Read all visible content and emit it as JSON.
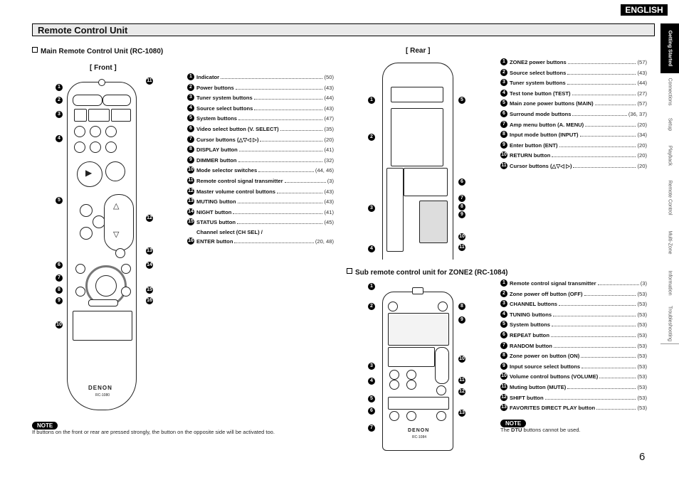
{
  "header": {
    "language": "ENGLISH",
    "section_title": "Remote Control Unit",
    "page_number": "6"
  },
  "sidebar": {
    "tabs": [
      {
        "label": "Getting Started",
        "active": true
      },
      {
        "label": "Connections",
        "active": false
      },
      {
        "label": "Setup",
        "active": false
      },
      {
        "label": "Playback",
        "active": false
      },
      {
        "label": "Remote Control",
        "active": false
      },
      {
        "label": "Multi-Zone",
        "active": false
      },
      {
        "label": "Information",
        "active": false
      },
      {
        "label": "Troubleshooting",
        "active": false
      }
    ]
  },
  "main_remote": {
    "heading": "Main Remote Control Unit (RC-1080)",
    "front_label": "[ Front ]",
    "rear_label": "[ Rear ]",
    "brand": "DENON",
    "model": "RC-1080",
    "front_items": [
      {
        "num": "1",
        "label": "Indicator",
        "page": "(50)"
      },
      {
        "num": "2",
        "label": "Power buttons",
        "page": "(43)"
      },
      {
        "num": "3",
        "label": "Tuner system buttons",
        "page": "(44)"
      },
      {
        "num": "4",
        "label": "Source select buttons",
        "page": "(43)"
      },
      {
        "num": "5",
        "label": "System buttons",
        "page": "(47)"
      },
      {
        "num": "6",
        "label": "Video select button (V. SELECT)",
        "page": "(35)"
      },
      {
        "num": "7",
        "label": "Cursor buttons (△▽◁ ▷)",
        "page": "(20)"
      },
      {
        "num": "8",
        "label": "DISPLAY button",
        "page": "(41)"
      },
      {
        "num": "9",
        "label": "DIMMER button",
        "page": "(32)"
      },
      {
        "num": "10",
        "label": "Mode selector switches",
        "page": "(44, 46)"
      },
      {
        "num": "11",
        "label": "Remote control signal transmitter",
        "page": "(3)"
      },
      {
        "num": "12",
        "label": "Master volume control buttons",
        "page": "(43)"
      },
      {
        "num": "13",
        "label": "MUTING button",
        "page": "(43)"
      },
      {
        "num": "14",
        "label": "NIGHT button",
        "page": "(41)"
      },
      {
        "num": "15",
        "label": "STATUS button",
        "page": "(45)"
      },
      {
        "num": "16",
        "label": "Channel select (CH SEL) /",
        "label2": "ENTER button",
        "page": "(20, 48)"
      }
    ],
    "rear_items": [
      {
        "num": "1",
        "label": "ZONE2 power buttons",
        "page": "(57)"
      },
      {
        "num": "2",
        "label": "Source select buttons",
        "page": "(43)"
      },
      {
        "num": "3",
        "label": "Tuner system buttons",
        "page": "(44)"
      },
      {
        "num": "4",
        "label": "Test tone button (TEST)",
        "page": "(27)"
      },
      {
        "num": "5",
        "label": "Main zone power buttons (MAIN)",
        "page": "(57)"
      },
      {
        "num": "6",
        "label": "Surround mode buttons",
        "page": "(36, 37)"
      },
      {
        "num": "7",
        "label": "Amp menu button (A. MENU)",
        "page": "(20)"
      },
      {
        "num": "8",
        "label": "Input mode button (INPUT)",
        "page": "(34)"
      },
      {
        "num": "9",
        "label": "Enter button (ENT)",
        "page": "(20)"
      },
      {
        "num": "10",
        "label": "RETURN button",
        "page": "(20)"
      },
      {
        "num": "11",
        "label": "Cursor buttons (△▽◁ ▷)",
        "page": "(20)"
      }
    ],
    "note_label": "NOTE",
    "note_text": "If buttons on the front or rear are pressed strongly, the button on the opposite side will be activated too."
  },
  "sub_remote": {
    "heading": "Sub remote control unit for ZONE2 (RC-1084)",
    "brand": "DENON",
    "model": "RC-1084",
    "items": [
      {
        "num": "1",
        "label": "Remote control signal transmitter",
        "page": "(3)"
      },
      {
        "num": "2",
        "label": "Zone power off button (OFF)",
        "page": "(53)"
      },
      {
        "num": "3",
        "label": "CHANNEL buttons",
        "page": "(53)"
      },
      {
        "num": "4",
        "label": "TUNING buttons",
        "page": "(53)"
      },
      {
        "num": "5",
        "label": "System buttons",
        "page": "(53)"
      },
      {
        "num": "6",
        "label": "REPEAT button",
        "page": "(53)"
      },
      {
        "num": "7",
        "label": "RANDOM button",
        "page": "(53)"
      },
      {
        "num": "8",
        "label": "Zone power on button (ON)",
        "page": "(53)"
      },
      {
        "num": "9",
        "label": "Input source select buttons",
        "page": "(53)"
      },
      {
        "num": "10",
        "label": "Volume control buttons (VOLUME)",
        "page": "(53)"
      },
      {
        "num": "11",
        "label": "Muting button (MUTE)",
        "page": "(53)"
      },
      {
        "num": "12",
        "label": "SHIFT button",
        "page": "(53)"
      },
      {
        "num": "13",
        "label": "FAVORITES DIRECT PLAY button",
        "page": "(53)"
      }
    ],
    "note_label": "NOTE",
    "note_prefix": "The",
    "note_dtu": "DTU",
    "note_suffix": "buttons cannot be used."
  }
}
